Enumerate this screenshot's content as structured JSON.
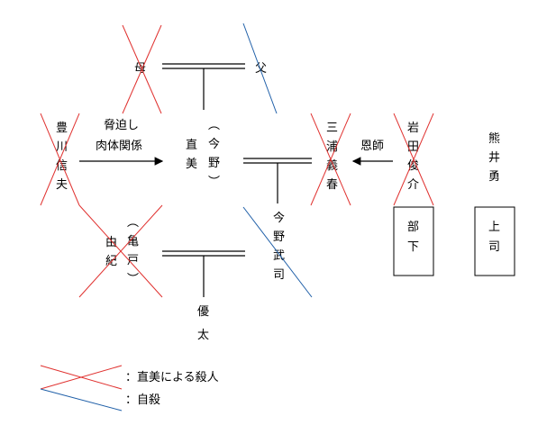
{
  "people": {
    "mother": "母",
    "father": "父",
    "toyokawa": "豊川信夫",
    "naomi": "直美",
    "naomi_maiden": "（今野）",
    "miura": "三浦義春",
    "iwata": "岩田俊介",
    "kumai": "熊井勇",
    "yuki": "由紀",
    "yuki_maiden": "（亀戸）",
    "konno_takeshi": "今野武司",
    "yuta": "優太"
  },
  "relations": {
    "threat_line1": "脅迫し",
    "threat_line2": "肉体関係",
    "mentor": "恩師"
  },
  "boxes": {
    "subordinate": "部下",
    "boss": "上司"
  },
  "legend": {
    "killed_by_naomi": "：直美による殺人",
    "suicide": "：自殺"
  },
  "colors": {
    "killed": "#e0312f",
    "suicide": "#1f5fa8"
  }
}
